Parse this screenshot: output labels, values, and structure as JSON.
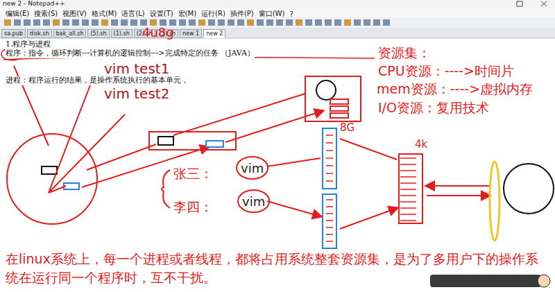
{
  "diagram": {
    "nodes": [
      {
        "text": [
          "vim"
        ]
      },
      {
        "text": [
          "vim"
        ]
      }
    ],
    "labels": [
      "new 2 - Notepad++",
      "编辑(E)",
      "搜索(S)",
      "视图(V)",
      "格式(M)",
      "语言(L)",
      "设置(T)",
      "宏(M)",
      "运行(R)",
      "插件(P)",
      "窗口(W)",
      "?",
      "sa.pub",
      "disk.sh",
      "bak_all.sh",
      "(5).sh",
      "(1).sh",
      "(2).sh",
      "(3).sh",
      "new 1",
      "new 2",
      "1.程序与进程",
      "程序：指令，循环判断---计算机的逻辑控制--->完成特定的任务 （JAVA）",
      "进程：程序运行的结果，是操作系统执行的基本单元，",
      "4u8g",
      "vim test1",
      "vim test2",
      "资源集：",
      "CPU资源：---->时间片",
      "mem资源：---->虚拟内存",
      "I/O资源：复用技术",
      "张三：",
      "李四：",
      "8G",
      "4k",
      "在linux系统上，每一个进程或者线程，都将占用系统整套资源集，是为了多用户下的操作系统在运行同一个程序时，互不干扰。"
    ]
  }
}
